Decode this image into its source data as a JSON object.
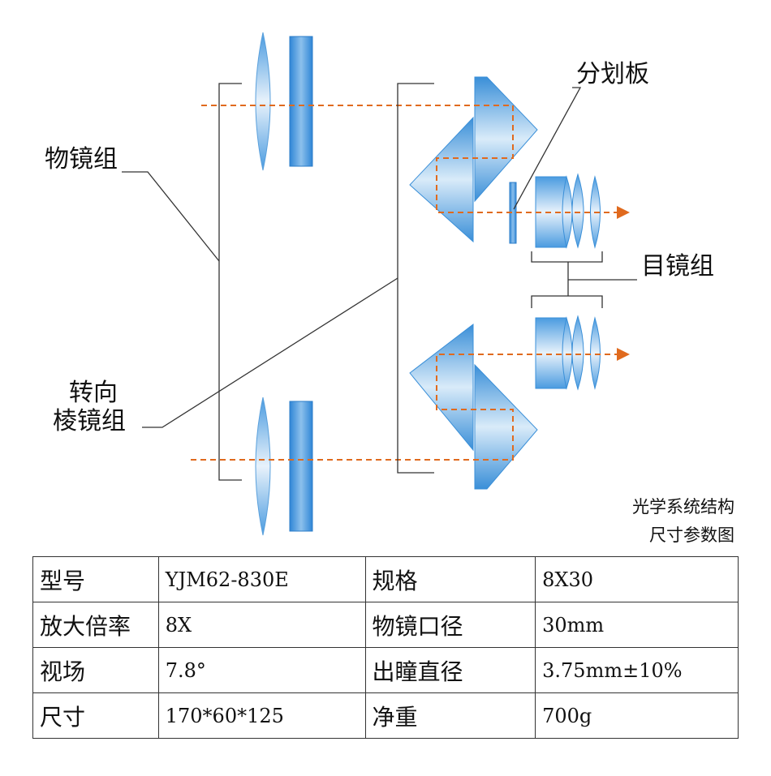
{
  "labels": {
    "objective_group": "物镜组",
    "reticle": "分划板",
    "eyepiece_group": "目镜组",
    "prism_group_line1": "转向",
    "prism_group_line2": "棱镜组"
  },
  "caption": {
    "line1": "光学系统结构",
    "line2": "尺寸参数图"
  },
  "colors": {
    "lens_blue": "#3a8fd8",
    "ray_orange": "#e06a1e"
  },
  "specs": [
    {
      "label1": "型号",
      "value1": "YJM62-830E",
      "label2": "规格",
      "value2": "8X30"
    },
    {
      "label1": "放大倍率",
      "value1": "8X",
      "label2": "物镜口径",
      "value2": "30mm"
    },
    {
      "label1": "视场",
      "value1": "7.8°",
      "label2": "出瞳直径",
      "value2": "3.75mm±10%"
    },
    {
      "label1": "尺寸",
      "value1": "170*60*125",
      "label2": "净重",
      "value2": "700g"
    }
  ]
}
